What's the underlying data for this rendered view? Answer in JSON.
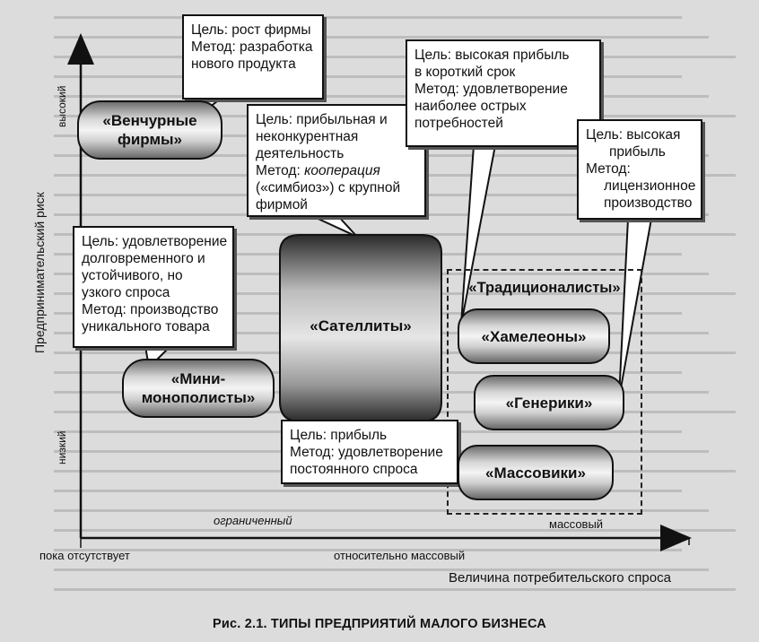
{
  "axes": {
    "y_label": "Предпринимательский риск",
    "y_high": "высокий",
    "y_low": "низкий",
    "x_label": "Величина потребительского спроса",
    "x_ticks": [
      "пока отсутствует",
      "относительно массовый"
    ],
    "x_range_limited": "ограниченный",
    "x_range_mass": "массовый"
  },
  "callouts": {
    "venture": {
      "goal": "Цель: рост фирмы",
      "method_1": "Метод: разработка",
      "method_2": "нового продукта"
    },
    "satellites": {
      "l1": "Цель: прибыльная и",
      "l2": "неконкурентная",
      "l3": "деятельность",
      "l4_prefix": "Метод: ",
      "l4_em": "кооперация",
      "l5": "(«симбиоз») с крупной",
      "l6": "фирмой"
    },
    "chameleons": {
      "l1": "Цель: высокая прибыль",
      "l2": "в короткий срок",
      "l3": "Метод: удовлетворение",
      "l4": "наиболее острых",
      "l5": "потребностей"
    },
    "generics": {
      "l1": "Цель: высокая",
      "l2": "прибыль",
      "l3": "Метод:",
      "l4": "лицензионное",
      "l5": "производство"
    },
    "mini": {
      "l1": "Цель: удовлетворение",
      "l2": "долговременного и",
      "l3": "устойчивого, но",
      "l4": "узкого спроса",
      "l5": "Метод: производство",
      "l6": "уникального товара"
    },
    "mass": {
      "l1": "Цель: прибыль",
      "l2": "Метод: удовлетворение",
      "l3": "постоянного спроса"
    }
  },
  "firms": {
    "venture": {
      "l1": "«Венчурные",
      "l2": "фирмы»"
    },
    "satellites": "«Сателлиты»",
    "traditionalists": "«Традиционалисты»",
    "chameleons": "«Хамелеоны»",
    "generics": "«Генерики»",
    "mass": "«Массовики»",
    "mini": {
      "l1": "«Мини-",
      "l2": "монополисты»"
    }
  },
  "caption": "Рис. 2.1. ТИПЫ ПРЕДПРИЯТИЙ МАЛОГО БИЗНЕСА"
}
